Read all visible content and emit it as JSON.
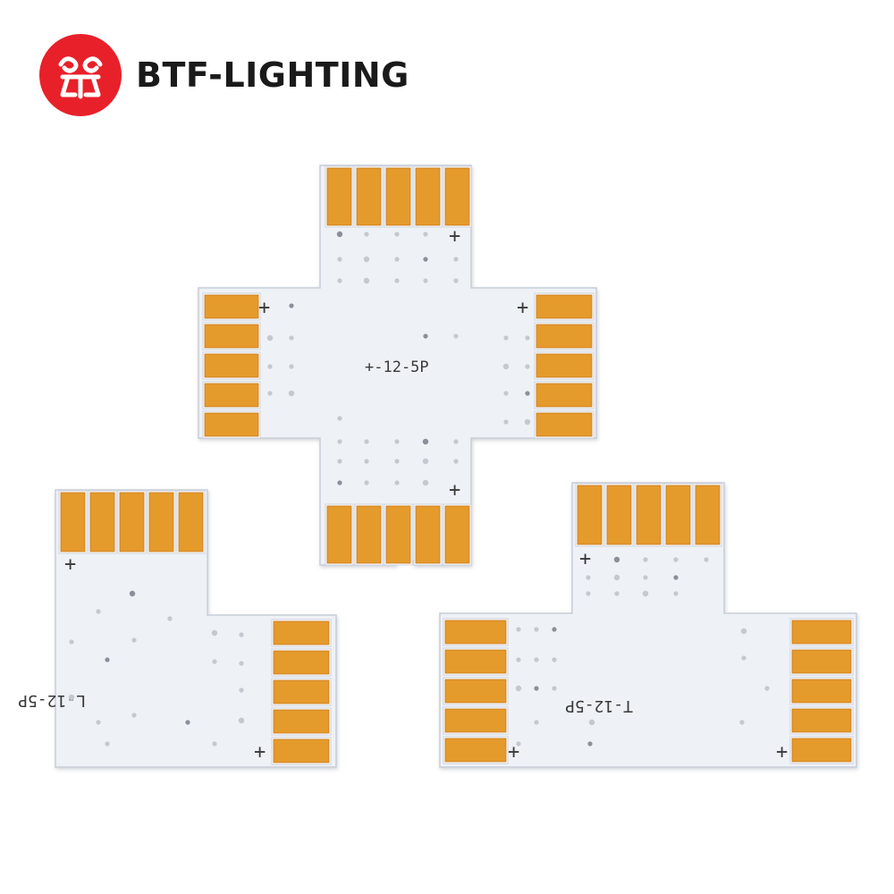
{
  "brand": {
    "name": "BTF-LIGHTING",
    "logo_icon": "btf-logo-icon",
    "logo_color": "#e8202a"
  },
  "boards": {
    "colors": {
      "pcb": "#eef1f6",
      "pcb_edge": "#c9ced8",
      "pad": "#e59a2c",
      "pad_dark": "#c8791a",
      "via": "#c4c8d0",
      "via_dark": "#8a8f99",
      "silk": "#333333"
    },
    "cross": {
      "label": "+-12-5P",
      "plus_marks": [
        "+",
        "+",
        "+",
        "+"
      ]
    },
    "l_shape": {
      "label": "L-12-5P",
      "plus_marks": [
        "+",
        "+"
      ]
    },
    "t_shape": {
      "label": "T-12-5P",
      "plus_marks": [
        "+",
        "+",
        "+"
      ]
    }
  }
}
